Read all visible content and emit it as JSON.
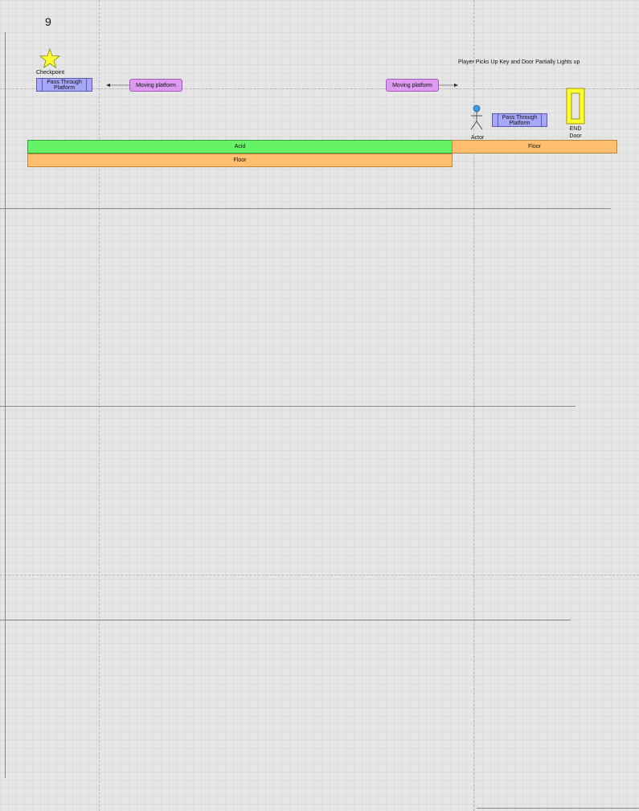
{
  "page_number": "9",
  "checkpoint": {
    "label": "Checkpoint"
  },
  "pass_through_left": {
    "label": "Pass Through Platform"
  },
  "pass_through_right": {
    "label": "Pass Through Platform"
  },
  "moving_left": {
    "label": "Moving platform"
  },
  "moving_right": {
    "label": "Moving platform"
  },
  "note": {
    "text": "Player Picks Up Key and Door Partially Lights up"
  },
  "actor": {
    "label": "Actor"
  },
  "end_door": {
    "line1": "END",
    "line2": "Door"
  },
  "acid": {
    "label": "Acid"
  },
  "floor_lower": {
    "label": "Floor"
  },
  "floor_right": {
    "label": "Floor"
  },
  "colors": {
    "acid": "#66f266",
    "floor": "#ffbf6e",
    "pass_through": "#a7a7f7",
    "moving_platform": "#dc9af2",
    "checkpoint_star": "#ffff33",
    "door": "#ffff33",
    "actor_head": "#3c9be8"
  }
}
